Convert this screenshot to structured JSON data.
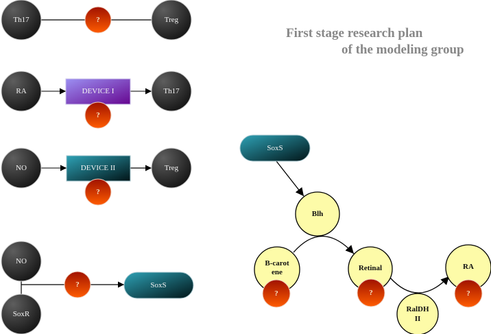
{
  "title": {
    "line1": "First stage research plan",
    "line2": "of the modeling group"
  },
  "colors": {
    "title": "#888888",
    "dark_node_light": "#5a5a5a",
    "dark_node_dark": "#151515",
    "question_top": "#a81400",
    "question_bottom": "#ff5a00",
    "device1_light": "#9a8cf0",
    "device1_dark": "#6a0a90",
    "device2_light": "#2a9cb0",
    "device2_dark": "#02161a",
    "yellow_node": "#fdfba8",
    "edge": "#000000"
  },
  "unknown_label": "?",
  "diagram1": {
    "left": "Th17",
    "right": "Treg"
  },
  "diagram2": {
    "input": "RA",
    "device": "DEVICE I",
    "output": "Th17"
  },
  "diagram3": {
    "input": "NO",
    "device": "DEVICE II",
    "output": "Treg"
  },
  "diagram4": {
    "input_a": "NO",
    "input_b": "SoxR",
    "output": "SoxS"
  },
  "pathway": {
    "start": "SoxS",
    "enzyme1": "Blh",
    "substrate": "B-carot ene",
    "substrate_line1": "B-carot",
    "substrate_line2": "ene",
    "intermediate": "Retinal",
    "enzyme2_line1": "RalDH",
    "enzyme2_line2": "II",
    "enzyme2": "RalDH II",
    "product": "RA"
  }
}
